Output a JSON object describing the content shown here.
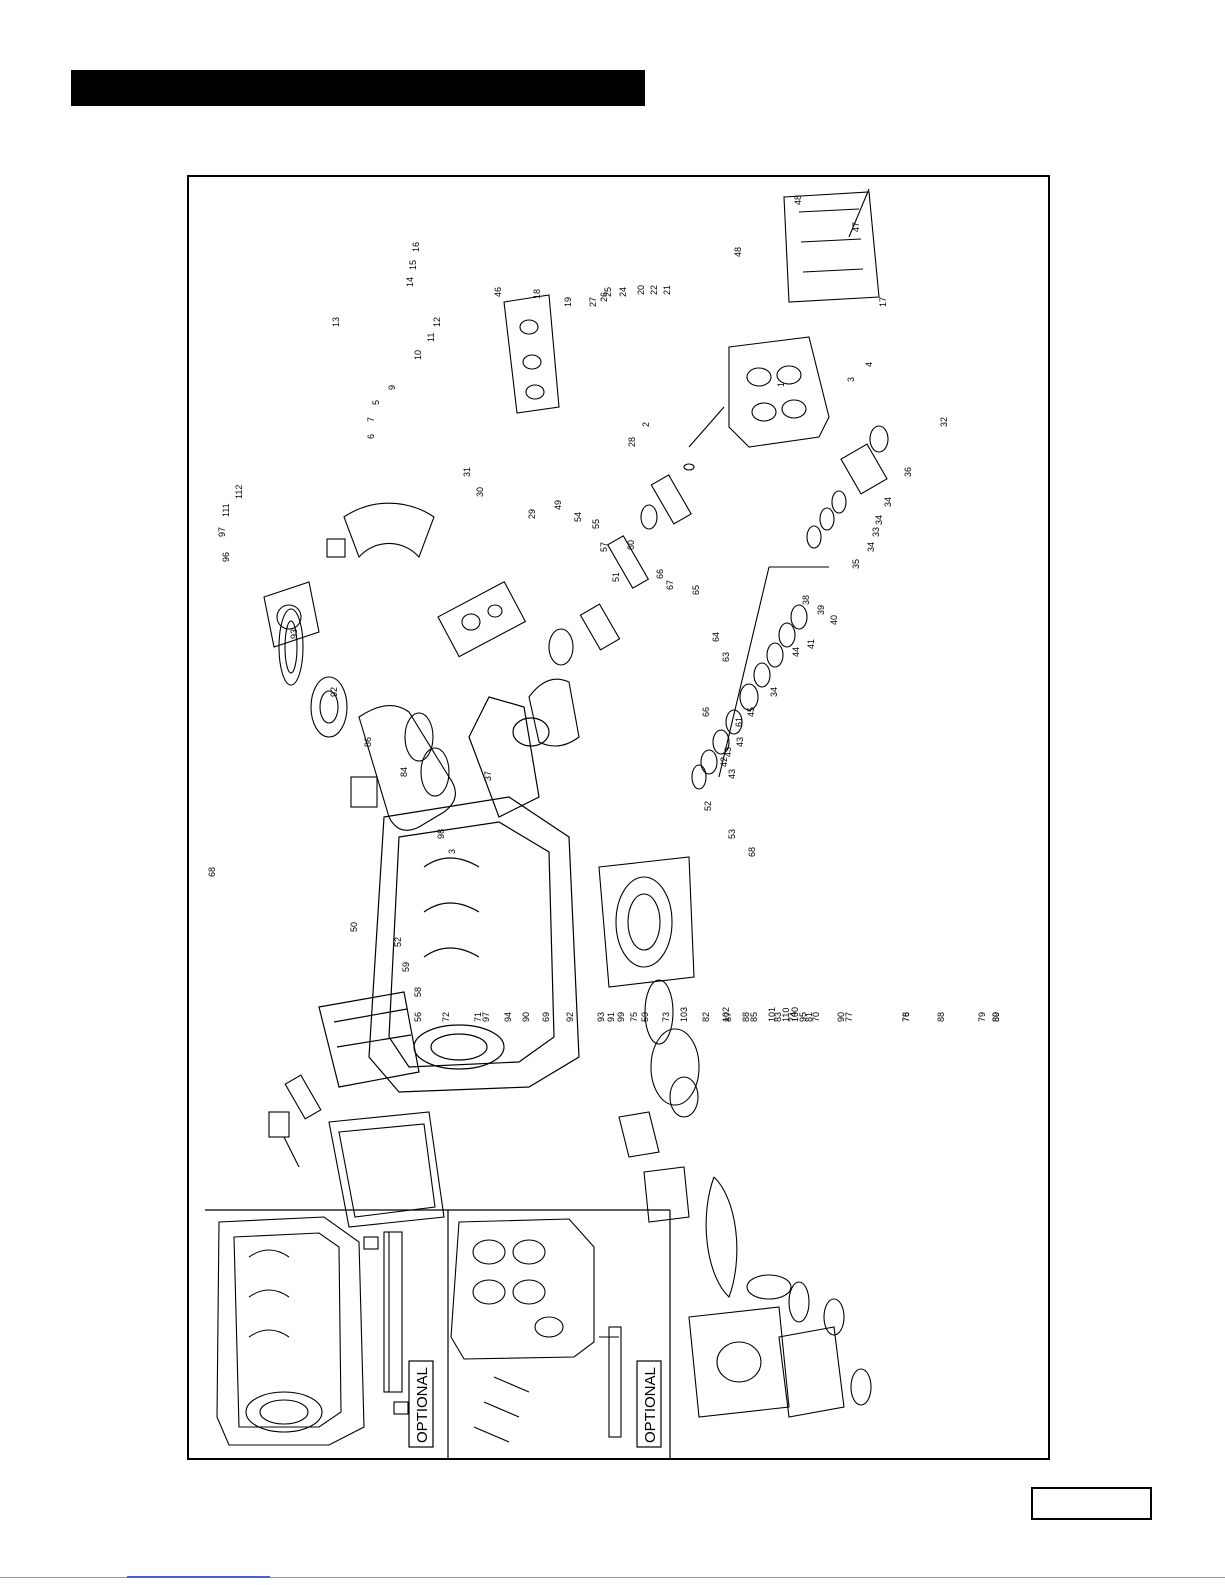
{
  "figure": {
    "optional_labels": [
      "OPTIONAL",
      "OPTIONAL"
    ],
    "callouts": [
      "16",
      "15",
      "14",
      "13",
      "12",
      "11",
      "10",
      "9",
      "5",
      "7",
      "6",
      "46",
      "18",
      "19",
      "27",
      "26",
      "25",
      "24",
      "20",
      "22",
      "21",
      "28",
      "48",
      "48",
      "47",
      "17",
      "1",
      "2",
      "3",
      "4",
      "32",
      "36",
      "34",
      "34",
      "33",
      "34",
      "35",
      "38",
      "39",
      "40",
      "41",
      "44",
      "34",
      "45",
      "43",
      "43",
      "42",
      "43",
      "31",
      "30",
      "29",
      "49",
      "54",
      "55",
      "57",
      "51",
      "66",
      "67",
      "65",
      "64",
      "63",
      "61",
      "66",
      "112",
      "111",
      "97",
      "96",
      "60",
      "93",
      "92",
      "86",
      "84",
      "37",
      "52",
      "53",
      "68",
      "98",
      "3",
      "68",
      "50",
      "52",
      "59",
      "58",
      "56",
      "91",
      "75",
      "73",
      "82",
      "87",
      "85",
      "83",
      "74",
      "81",
      "90",
      "88",
      "110",
      "76",
      "77",
      "78",
      "79",
      "89",
      "80",
      "95",
      "88",
      "70",
      "72",
      "71",
      "97",
      "94",
      "90",
      "69",
      "92",
      "93",
      "99",
      "59",
      "103",
      "102",
      "101",
      "100"
    ]
  }
}
